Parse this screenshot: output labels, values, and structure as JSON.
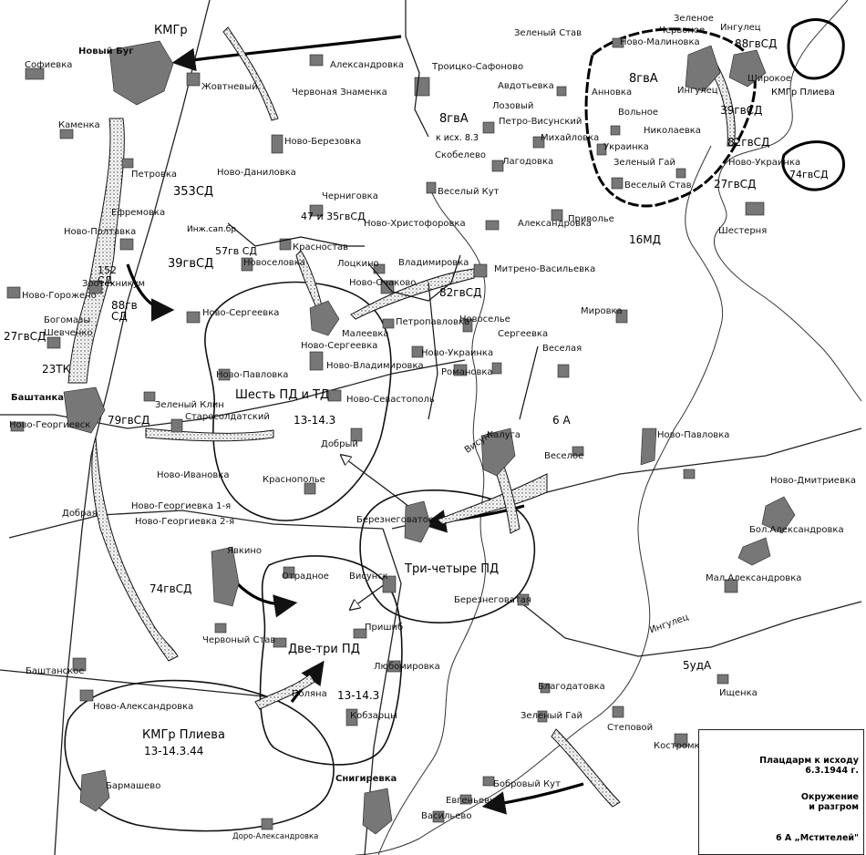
{
  "settlements": {
    "novy_bug": "Новый Буг",
    "sofievka": "Софиевка",
    "zhovtnevy": "Жовтневый",
    "kamenka": "Каменка",
    "petrovka": "Петровка",
    "efremovka": "Ефремовка",
    "novo_poltavka": "Ново-Полтавка",
    "novo_danilovka": "Ново-Даниловка",
    "novo_berezovka": "Ново-Березовка",
    "aleksandrovka_n": "Александровка",
    "chervonaya_znamenka": "Червоная Знаменка",
    "troitsko_safonovo": "Троицко-Сафоново",
    "avdotievka": "Авдотьевка",
    "zeleny_stav_n": "Зеленый Став",
    "novo_malinovka": "Ново-Малиновка",
    "zelenoe": "Зеленое",
    "chervonoe": "Червоное",
    "ingulets_top": "Ингулец",
    "shirokoe": "Широкое",
    "ingulets": "Ингулец",
    "annovka": "Анновка",
    "volnoe": "Вольное",
    "nikolaevka": "Николаевка",
    "ukrainka": "Украинка",
    "zeleny_gai_n": "Зеленый Гай",
    "vesely_stav": "Веселый Став",
    "novo_ukrainka_e": "Ново-Украинка",
    "shesternya": "Шестерня",
    "lozovy": "Лозовый",
    "petro_visunsky": "Петро-Висунский",
    "mikhailovka": "Михайловка",
    "skobelevo": "Скобелево",
    "lagodovka": "Лагодовка",
    "vesely_kut": "Веселый Кут",
    "aleksandrovka_c": "Александровка",
    "privolie": "Приволье",
    "chernigovka": "Черниговка",
    "novo_khristoforovka": "Ново-Христофоровка",
    "krasnostav": "Красностав",
    "lotskino": "Лоцкино",
    "novoselovka": "Новоселовка",
    "vladimirovka": "Владимировка",
    "mitreno_vasilievka": "Митрено-Васильевка",
    "novo_ochakovo": "Ново-Очаково",
    "zootekhnikum": "Зоотехникум",
    "novo_gorozheno": "Ново-Горожено",
    "bogomazy": "Богомазы",
    "shevchenko": "Шевченко",
    "novo_sergeevka_w": "Ново-Сергеевка",
    "maleevka": "Малеевка",
    "petropavlovka": "Петропавловка",
    "novoselie": "Новоселье",
    "sergeevka": "Сергеевка",
    "mirovka": "Мировка",
    "novo_sergeevka_c": "Ново-Сергеевка",
    "novo_vladimirovka": "Ново-Владимировка",
    "novo_ukrainka_c": "Ново-Украинка",
    "romanovka": "Романовка",
    "veselaya": "Веселая",
    "novo_pavlovka_w": "Ново-Павловка",
    "novo_sevastopol": "Ново-Севастополь",
    "bashtanka": "Баштанка",
    "zeleny_klin": "Зеленый Клин",
    "starosoldatsky": "Старосолдатский",
    "novo_georgievsk": "Ново-Георгиевск",
    "dobry": "Добрый",
    "kaluga": "Калуга",
    "vesyoloe": "Веселое",
    "novo_pavlovka_e": "Ново-Павловка",
    "novo_ivanovka": "Ново-Ивановка",
    "krasnopolie": "Краснополье",
    "novo_georgievka_1": "Ново-Георгиевка 1-я",
    "novo_georgievka_2": "Ново-Георгиевка 2-я",
    "dobraya": "Добрая",
    "bereznegovatoe": "Березнеговатое",
    "yavkino": "Явкино",
    "otradnoe": "Отрадное",
    "visunsk": "Висунск",
    "bereznegovataya": "Березнеговатая",
    "novo_dmitrievka": "Ново-Дмитриевка",
    "bol_aleksandrovka": "Бол.Александровка",
    "mal_aleksandrovka": "Мал.Александровка",
    "chervony_stav": "Червоный Став",
    "prishib": "Пришиб",
    "lyubomirovka": "Любомировка",
    "polyana": "Поляна",
    "kobzartsy": "Кобзарцы",
    "bashtanskoe": "Баштанское",
    "novo_aleksandrovka": "Ново-Александровка",
    "blagodatovka": "Благодатовка",
    "zeleny_gai_s": "Зеленый Гай",
    "ischenka": "Ищенка",
    "stepovoy": "Степовой",
    "kostromka": "Костромка",
    "barmashevo": "Бармашево",
    "snigirevka": "Снигиревка",
    "bobrovy_kut": "Бобровый Кут",
    "evgenievka": "Евгеньевка",
    "vasilievo": "Васильево",
    "doro_aleksandrovka": "Доро-Александровка"
  },
  "units": {
    "kmgr_top": "КМГр",
    "sd_353": "353СД",
    "inzh_sap": "Инж.сап.бр.",
    "gvsd_47_35": "47 и 35гвСД",
    "gvsd_57": "57гв СД",
    "gvsd_39": "39гвСД",
    "sd_152": "152 СД",
    "gvsd_88": "88гв СД",
    "gvsd_27w": "27гвСД",
    "tk_23": "23ТК",
    "gvsd_79": "79гвСД",
    "gvsd_82c": "82гвСД",
    "gva_8": "8гвА",
    "gva_8_ish": "к исх. 8.3",
    "gva_8e": "8гвА",
    "gvsd_88e": "88гвСД",
    "kmgr_plieva_top": "КМГр Плиева",
    "gvsd_39e": "39гвСД",
    "gvsd_82e": "82гвСД",
    "gvsd_74e": "74гвСД",
    "gvsd_27e": "27гвСД",
    "md_16": "16МД",
    "a_6": "6 А",
    "gvsd_74s": "74гвСД",
    "uda_5": "5удА",
    "ingulets_river": "Ингулец",
    "visun_river": "Висунь"
  },
  "zones": {
    "six": "Шесть ПД и ТД",
    "six_date": "13-14.3",
    "three_four": "Три-четыре ПД",
    "two_three": "Две-три ПД",
    "two_three_date": "13-14.3",
    "kmgr_plieva": "КМГр Плиева",
    "kmgr_plieva_date": "13-14.3.44"
  },
  "legend": {
    "bridgehead": "Плацдарм к исходу\n6.3.1944 г.",
    "encirclement": "Окружение\nи разгром",
    "avengers": "6 А „Мстителей\""
  },
  "colors": {
    "ink": "#111111",
    "paper": "#ffffff"
  }
}
